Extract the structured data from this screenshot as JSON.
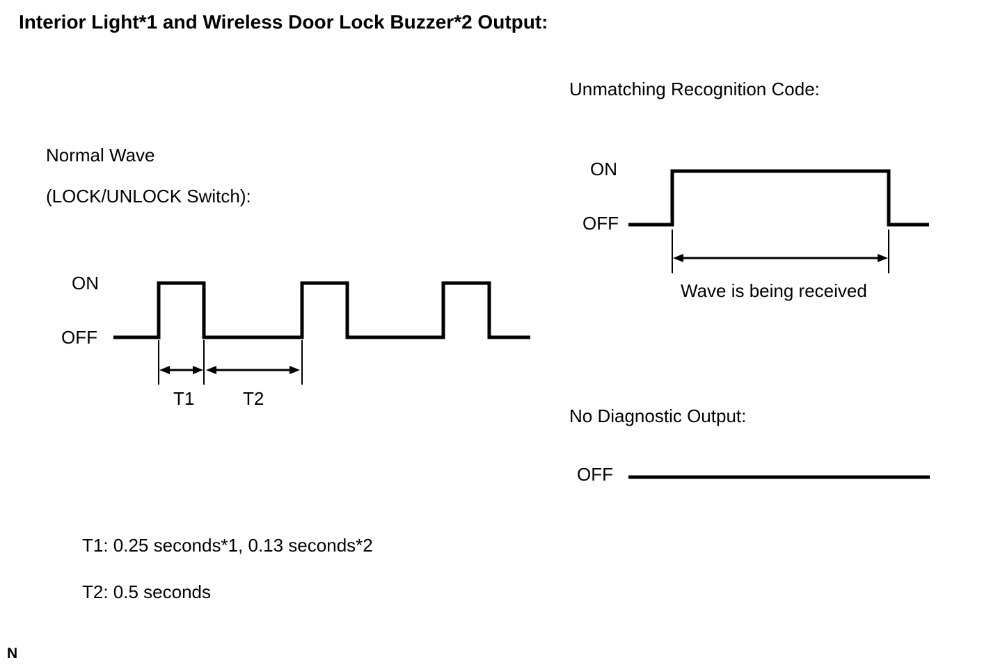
{
  "title": "Interior Light*1 and Wireless Door Lock Buzzer*2 Output:",
  "normal_wave": {
    "heading_line1": "Normal Wave",
    "heading_line2": "(LOCK/UNLOCK Switch):",
    "on_label": "ON",
    "off_label": "OFF",
    "t1_label": "T1",
    "t2_label": "T2"
  },
  "unmatching": {
    "heading": "Unmatching Recognition Code:",
    "on_label": "ON",
    "off_label": "OFF",
    "caption": "Wave is being received"
  },
  "no_diagnostic": {
    "heading": "No Diagnostic Output:",
    "off_label": "OFF"
  },
  "notes": {
    "t1": "T1: 0.25 seconds*1, 0.13 seconds*2",
    "t2": "T2: 0.5 seconds"
  },
  "footer": {
    "marker": "N"
  },
  "timing_values": {
    "t1_seconds_interior_light": 0.25,
    "t1_seconds_buzzer": 0.13,
    "t2_seconds": 0.5
  },
  "colors": {
    "ink": "#000000",
    "background": "#ffffff"
  }
}
